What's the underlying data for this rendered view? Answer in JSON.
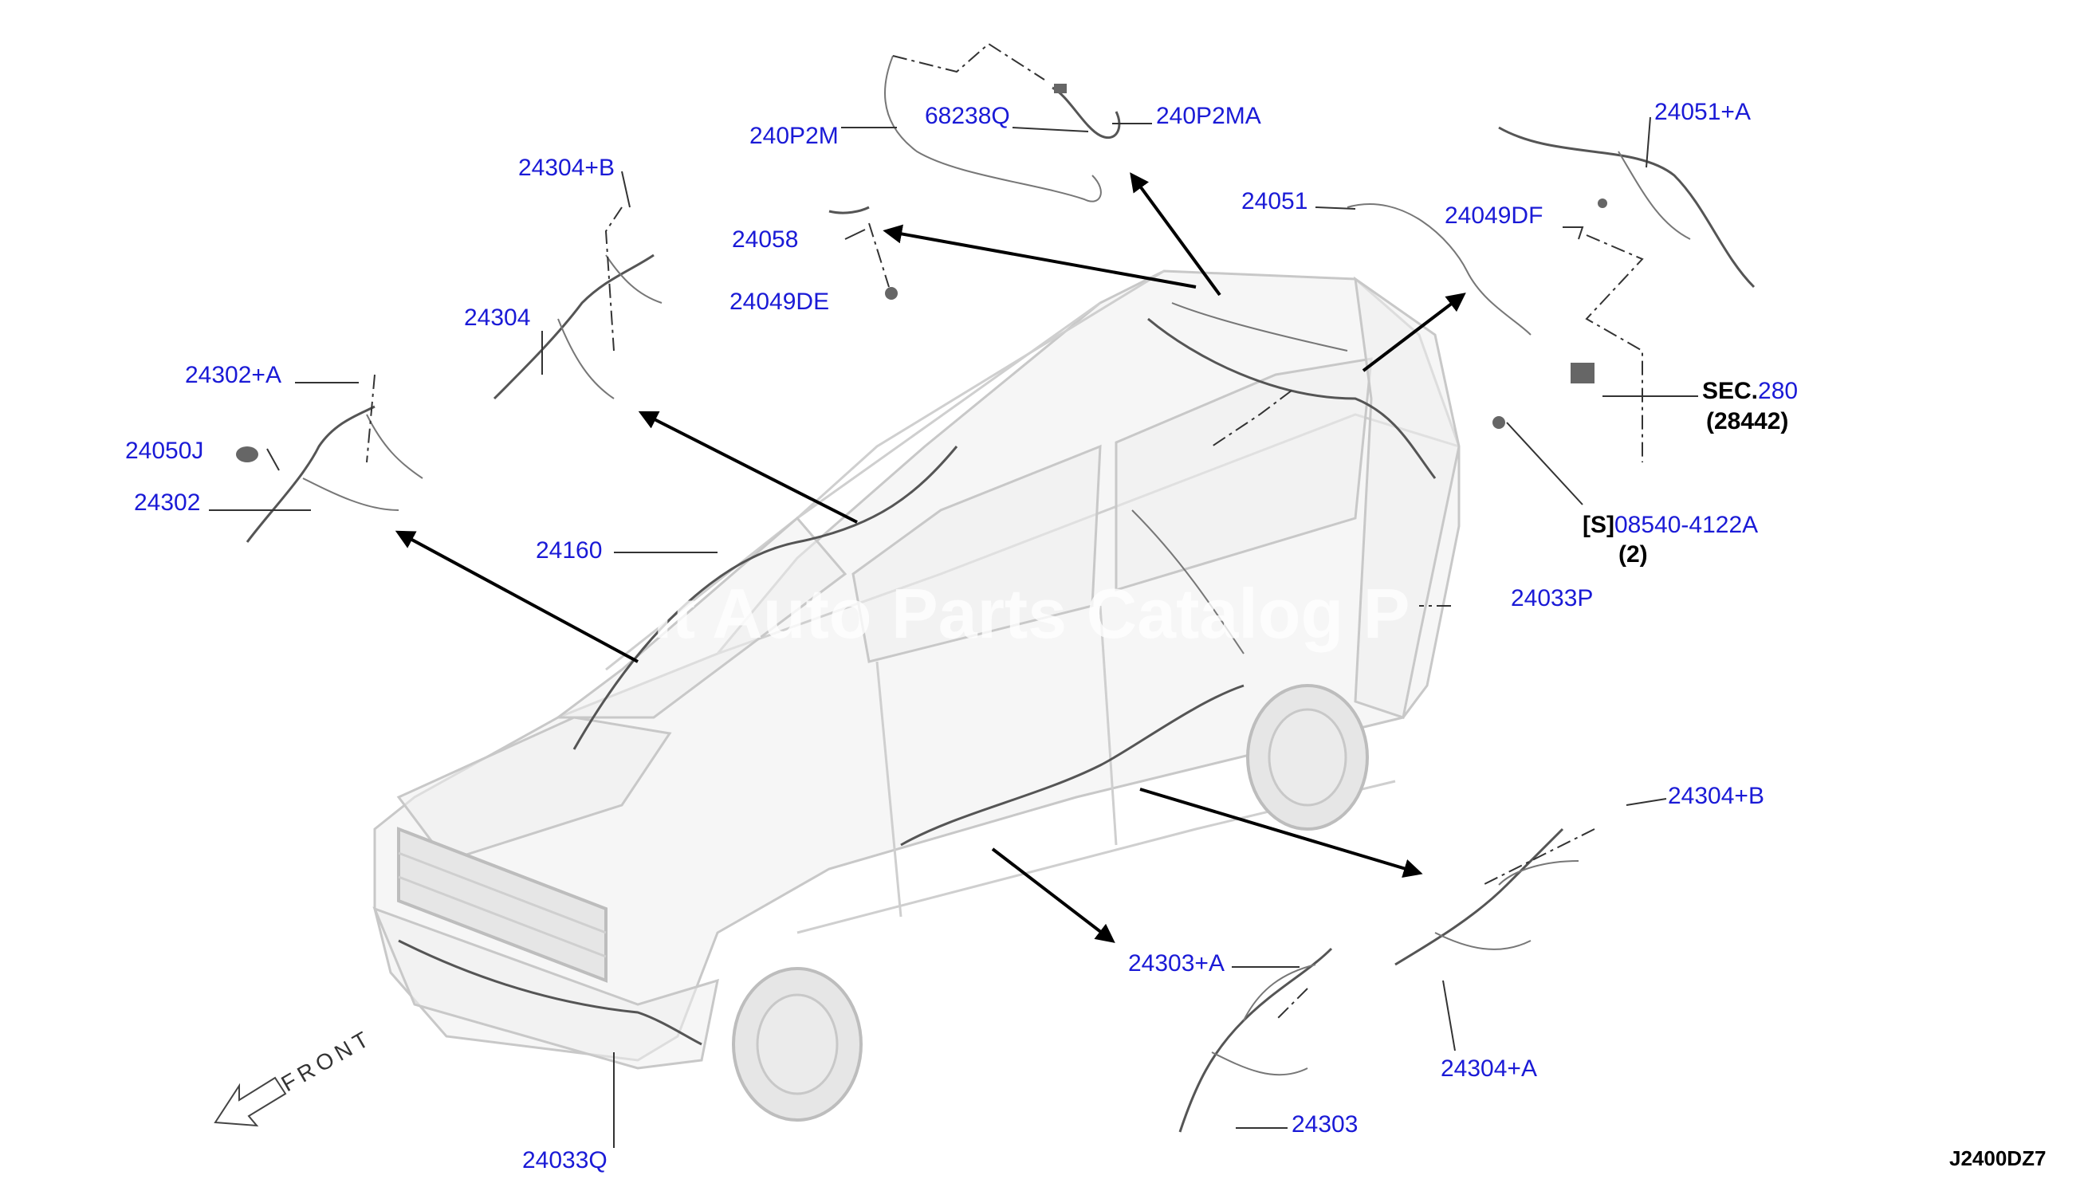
{
  "labels": {
    "p240P2M": "240P2M",
    "p68238Q": "68238Q",
    "p240P2MA": "240P2MA",
    "p24304B_top": "24304+B",
    "p24058": "24058",
    "p24049DE": "24049DE",
    "p24051A": "24051+A",
    "p24051": "24051",
    "p24049DF": "24049DF",
    "p24304": "24304",
    "p24302A": "24302+A",
    "p24050J": "24050J",
    "p24302": "24302",
    "p24160": "24160",
    "p24033P": "24033P",
    "sec_prefix": "SEC.",
    "sec_num": "280",
    "sec_ref": "(28442)",
    "s_prefix": "[S]",
    "s_part": "08540-4122A",
    "s_qty": "(2)",
    "p24304B_right": "24304+B",
    "p24303A": "24303+A",
    "p24304A": "24304+A",
    "p24303": "24303",
    "p24033Q": "24033Q",
    "diagram_id": "J2400DZ7",
    "front": "FRONT",
    "watermark": "ant Auto Parts Catalog P"
  },
  "colors": {
    "part_label": "#1a1ad6",
    "black": "#000000"
  }
}
